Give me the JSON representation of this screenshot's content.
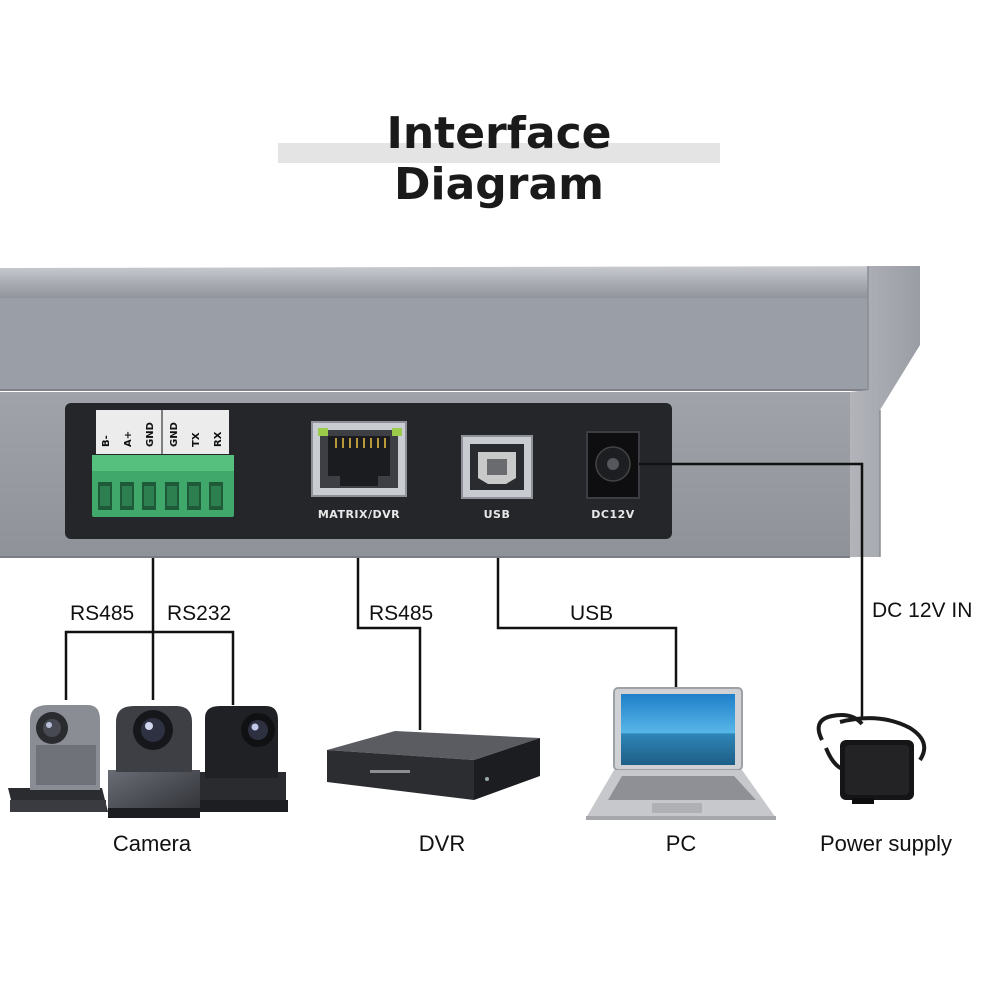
{
  "title": "Interface Diagram",
  "panel": {
    "pin_labels": [
      "B-",
      "A+",
      "GND",
      "GND",
      "TX",
      "RX"
    ],
    "ports": {
      "matrix_dvr": "MATRIX/DVR",
      "usb": "USB",
      "dc": "DC12V"
    }
  },
  "links": {
    "rs485_camera": "RS485",
    "rs232_camera": "RS232",
    "rs485_dvr": "RS485",
    "usb_pc": "USB",
    "dc_in": "DC 12V IN"
  },
  "devices": {
    "camera": "Camera",
    "dvr": "DVR",
    "pc": "PC",
    "power_supply": "Power supply"
  },
  "colors": {
    "panel_gray": "#9b9ea6",
    "port_panel": "#24262a",
    "terminal_green": "#3fa86a",
    "laptop_screen": "#3aa3dc"
  }
}
